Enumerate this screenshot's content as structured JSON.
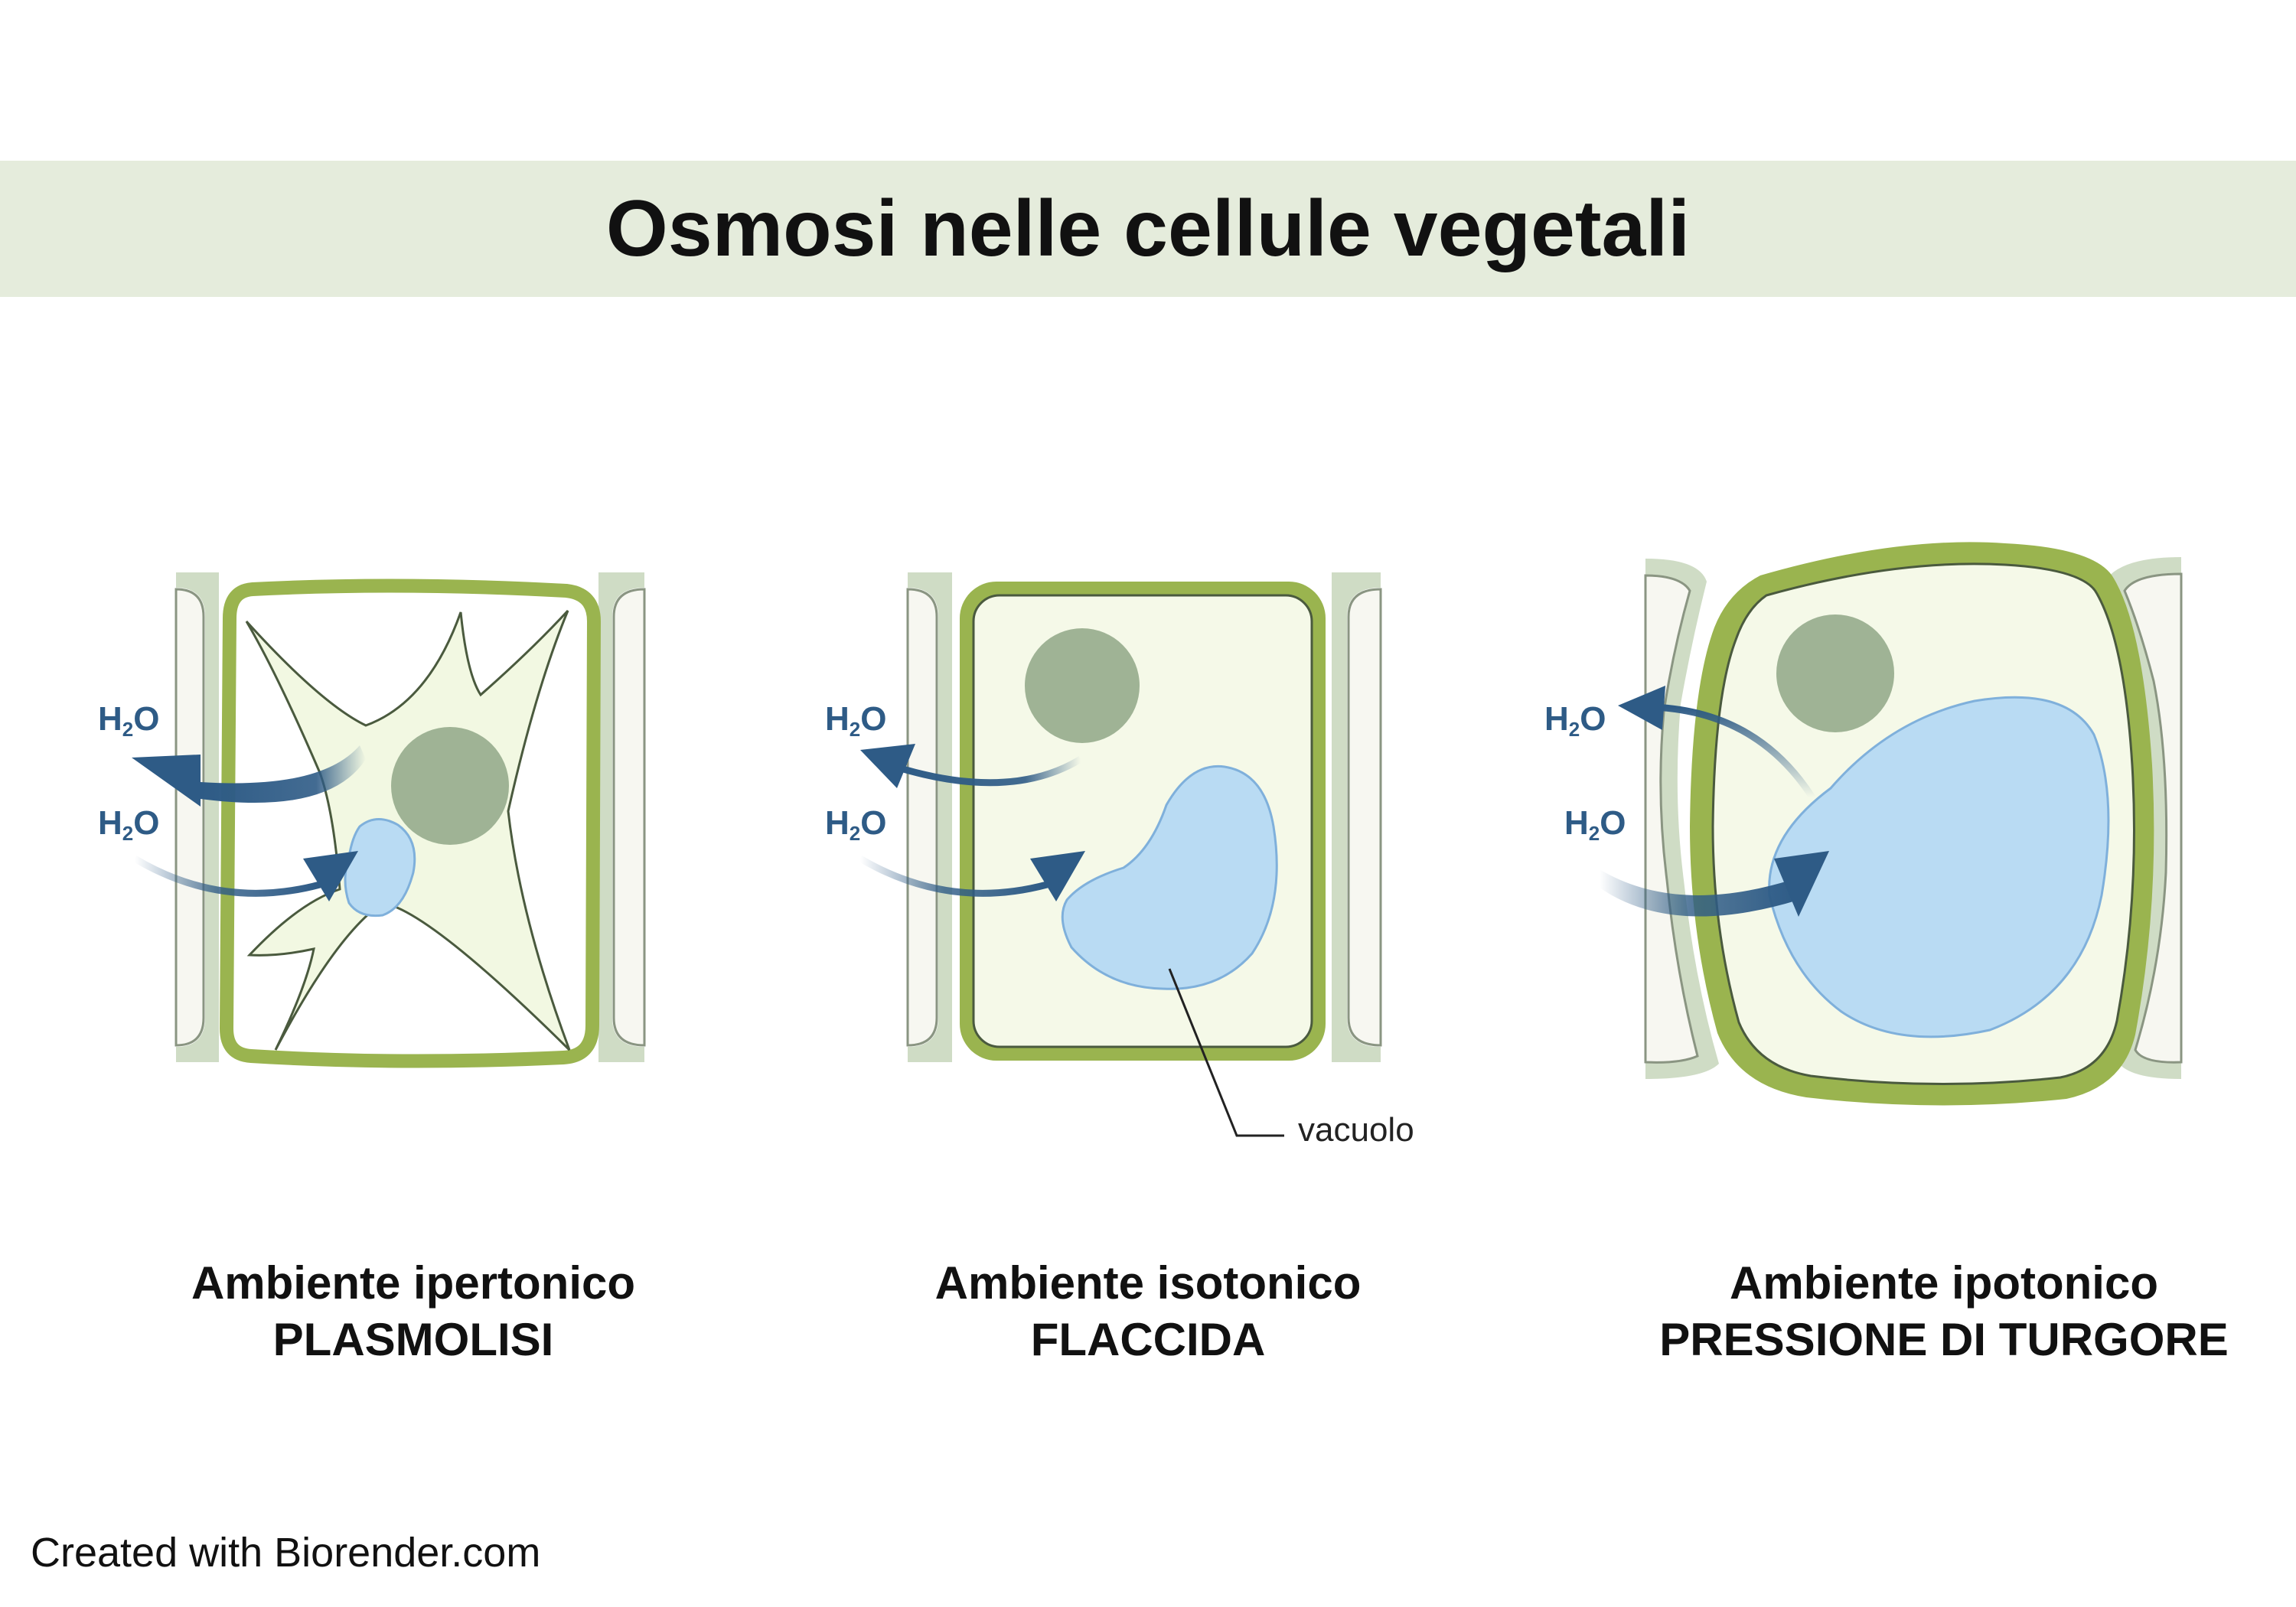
{
  "title": "Osmosi nelle cellule vegetali",
  "labels": {
    "water": "H",
    "water_sub": "2",
    "water_end": "O",
    "vacuole": "vacuolo"
  },
  "panels": [
    {
      "environment": "Ambiente ipertonico",
      "state": "PLASMOLISI"
    },
    {
      "environment": "Ambiente isotonico",
      "state": "FLACCIDA"
    },
    {
      "environment": "Ambiente ipotonico",
      "state": "PRESSIONE DI TURGORE"
    }
  ],
  "credit": "Created with Biorender.com",
  "colors": {
    "cell_wall": "#9ab44f",
    "neighbor_wall": "#cfdcc5",
    "cytoplasm": "#f5f9e8",
    "nucleus": "#9fb395",
    "vacuole": "#b9dbf3",
    "arrow": "#2e5b86",
    "title_band": "#e5ecdc"
  }
}
